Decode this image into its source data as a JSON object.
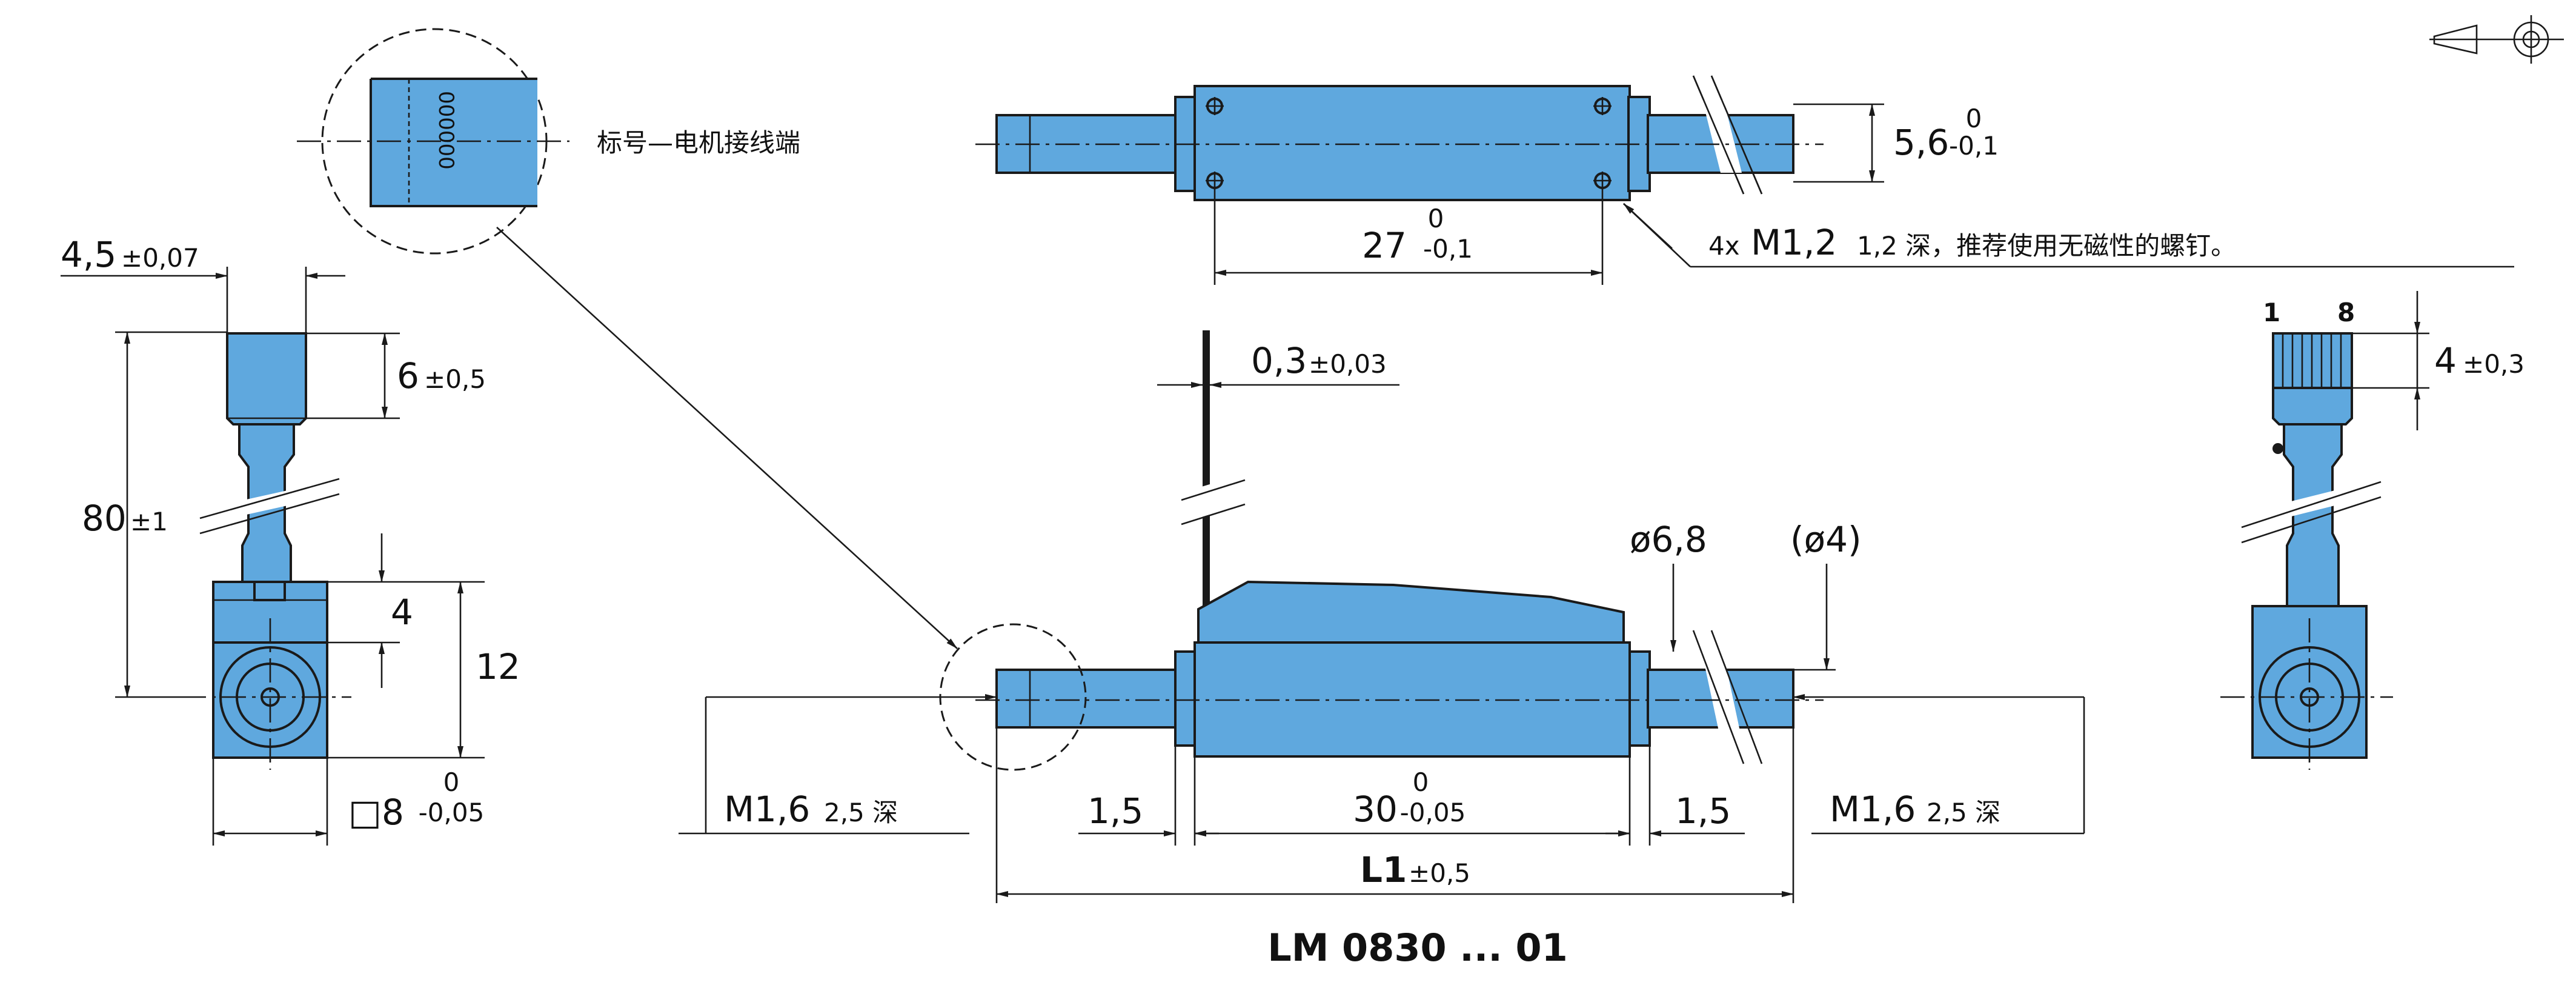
{
  "drawing_title": "LM 0830 ... 01",
  "projection_symbol": "projection-symbol",
  "colors": {
    "body": "#5fa8de",
    "line": "#1a1a1a",
    "background": "#ffffff"
  },
  "detail_callout": {
    "label": "标号—电机接线端",
    "pin_marks": "000000"
  },
  "top_view": {
    "height_dim": "5,6",
    "height_tol_upper": "0",
    "height_tol_lower": "-0,1",
    "hole_spacing_dim": "27",
    "hole_spacing_tol_upper": "0",
    "hole_spacing_tol_lower": "-0,1",
    "screw_note_prefix": "4x",
    "screw_note_thread": "M1,2",
    "screw_note_text": "1,2 深，推荐使用无磁性的螺钉。"
  },
  "left_view": {
    "width_dim": "4,5",
    "width_tol": "±0,07",
    "connector_dim": "6",
    "connector_tol": "±0,5",
    "cable_length_dim": "80",
    "cable_length_tol": "±1",
    "offset_dim": "4",
    "height_dim": "12",
    "square_symbol": "□",
    "square_dim": "8",
    "square_tol_upper": "0",
    "square_tol_lower": "-0,05"
  },
  "front_view": {
    "cable_thickness_dim": "0,3",
    "cable_thickness_tol": "±0,03",
    "rod_diameter": "ø6,8",
    "rod_end_diameter": "(ø4)",
    "thread_left": "M1,6",
    "thread_left_depth": "2,5 深",
    "thread_right": "M1,6",
    "thread_right_depth": "2,5 深",
    "offset_left": "1,5",
    "offset_right": "1,5",
    "body_length_dim": "30",
    "body_length_tol_upper": "0",
    "body_length_tol_lower": "-0,05",
    "total_length_dim": "L1",
    "total_length_tol": "±0,5"
  },
  "right_view": {
    "pin_first": "1",
    "pin_last": "8",
    "connector_height_dim": "4",
    "connector_height_tol": "±0,3"
  }
}
